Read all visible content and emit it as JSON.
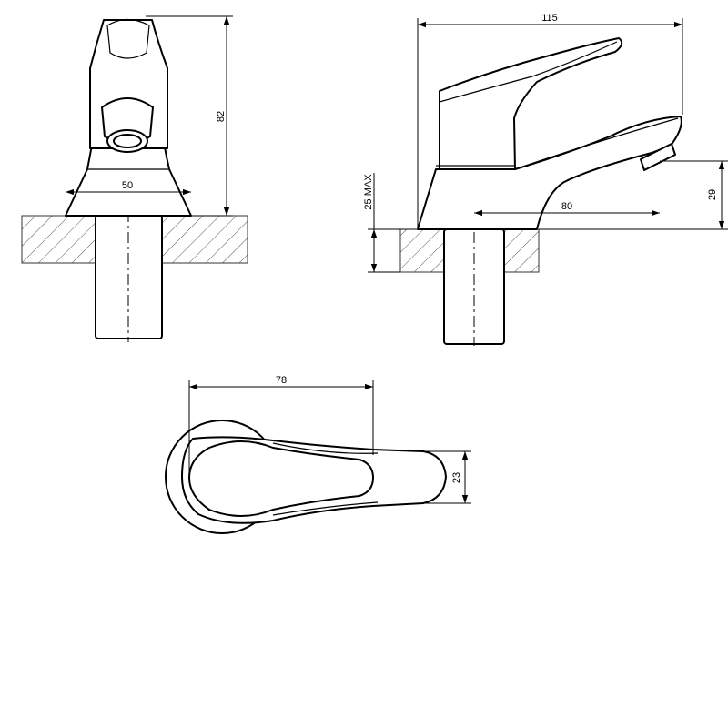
{
  "title": "",
  "colors": {
    "line": "#000000",
    "background": "#ffffff",
    "hatch": "#555555"
  },
  "views": {
    "front": {
      "dimensions": {
        "height": "82",
        "base_width": "50"
      }
    },
    "side": {
      "dimensions": {
        "length": "115",
        "mount_max": "25 MAX",
        "spout_reach": "80",
        "spout_height": "29"
      }
    },
    "top": {
      "dimensions": {
        "length": "78",
        "spout_width": "23"
      }
    }
  }
}
